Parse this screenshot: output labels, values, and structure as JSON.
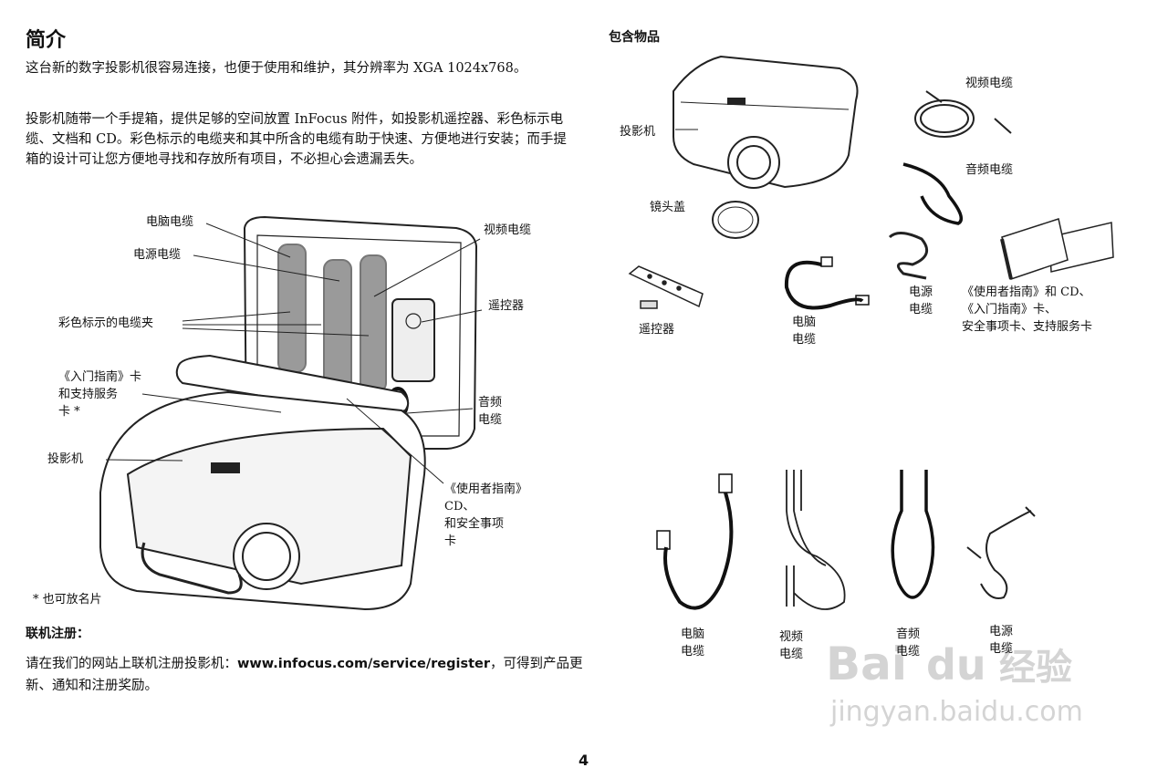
{
  "left": {
    "title": "简介",
    "para1": "这台新的数字投影机很容易连接，也便于使用和维护，其分辨率为 XGA 1024x768。",
    "para2": "投影机随带一个手提箱，提供足够的空间放置 InFocus 附件，如投影机遥控器、彩色标示电缆、文档和 CD。彩色标示的电缆夹和其中所含的电缆有助于快速、方便地进行安装；而手提箱的设计可让您方便地寻找和存放所有项目，不必担心会遗漏丢失。",
    "case_labels": {
      "computer_cable": "电脑电缆",
      "power_cable": "电源电缆",
      "cable_clips": "彩色标示的电缆夹",
      "quick_start": "《入门指南》卡\n和支持服务\n卡 *",
      "projector": "投影机",
      "video_cable": "视频电缆",
      "remote": "遥控器",
      "audio_cable": "音频\n电缆",
      "user_guide": "《使用者指南》\nCD、\n和安全事项\n卡"
    },
    "footnote": "* 也可放名片",
    "register_title": "联机注册：",
    "register_text_before": "请在我们的网站上联机注册投影机：",
    "register_url": "www.infocus.com/service/register",
    "register_text_after": "，可得到产品更新、通知和注册奖励。"
  },
  "right": {
    "title": "包含物品",
    "labels": {
      "projector": "投影机",
      "lens_cap": "镜头盖",
      "remote": "遥控器",
      "computer_cable": "电脑\n电缆",
      "power_cable": "电源\n电缆",
      "video_cable": "视频电缆",
      "audio_cable": "音频电缆",
      "docs": "《使用者指南》和 CD、\n《入门指南》卡、\n安全事项卡、支持服务卡"
    },
    "bottom_labels": {
      "computer_cable": "电脑\n电缆",
      "video_cable": "视频\n电缆",
      "audio_cable": "音频\n电缆",
      "power_cable": "电源\n电缆"
    }
  },
  "page_number": "4",
  "watermark": {
    "logo": "Bai du 经验",
    "url": "jingyan.baidu.com"
  }
}
